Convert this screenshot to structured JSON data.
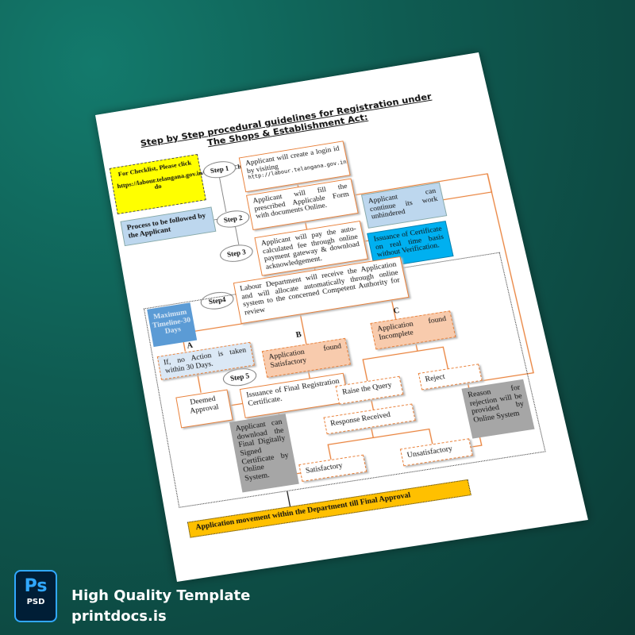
{
  "document": {
    "title": "Step by Step procedural guidelines for Registration under The Shops & Establishment Act:",
    "checklist": {
      "label": "For Checklist, Please click",
      "link": "https://labour.telangana.gov.in/ProcedureChecklist do"
    },
    "process_label": "Process to be followed by the Applicant",
    "steps": {
      "s1": "Step 1",
      "s2": "Step 2",
      "s3": "Step 3",
      "s4": "Step4",
      "s5": "Step 5"
    },
    "step1_text": "Applicant will create a login id by visiting",
    "step1_url": "http://labour.telangana.gov.in",
    "step2_text": "Applicant will fill the prescribed Applicable Form with documents Online.",
    "step3_text": "Applicant will pay the auto-calculated fee through online payment gateway & download acknowledgement.",
    "continue_text": "Applicant can continue its work unhindered",
    "realtime_text": "Issuance of Certificate on real time basis without Verification.",
    "step4_text": "Labour Department will receive the Application and will allocate automatically through online system to the concerned Competent Authority for review",
    "timeline_text": "Maximum Timeline-30 Days",
    "branch_a": "A",
    "branch_b": "B",
    "branch_c": "C",
    "no_action_text": "If, no Action is taken within 30 Days.",
    "satisfactory_found": "Application found Satisfactory",
    "incomplete_found": "Application found Incomplete",
    "deemed_text": "Deemed Approval",
    "final_cert_text": "Issuance of Final Registration Certificate.",
    "download_text": "Applicant can download the Final Digitally Signed Certificate by Online System.",
    "raise_query": "Raise the Query",
    "reject": "Reject",
    "reason_text": "Reason for rejection will be provided by Online System",
    "response_received": "Response Received",
    "satisfactory": "Satisfactory",
    "unsatisfactory": "Unsatisfactory",
    "movement_text": "Application movement within the Department till Final Approval"
  },
  "branding": {
    "icon_text": "Ps",
    "icon_sub": "PSD",
    "headline": "High Quality Template",
    "site": "printdocs.is"
  },
  "colors": {
    "accent": "#e9823c",
    "background": "#0f5c52",
    "yellow": "#ffff00",
    "gold": "#ffc000",
    "cyan": "#00b0f0"
  }
}
